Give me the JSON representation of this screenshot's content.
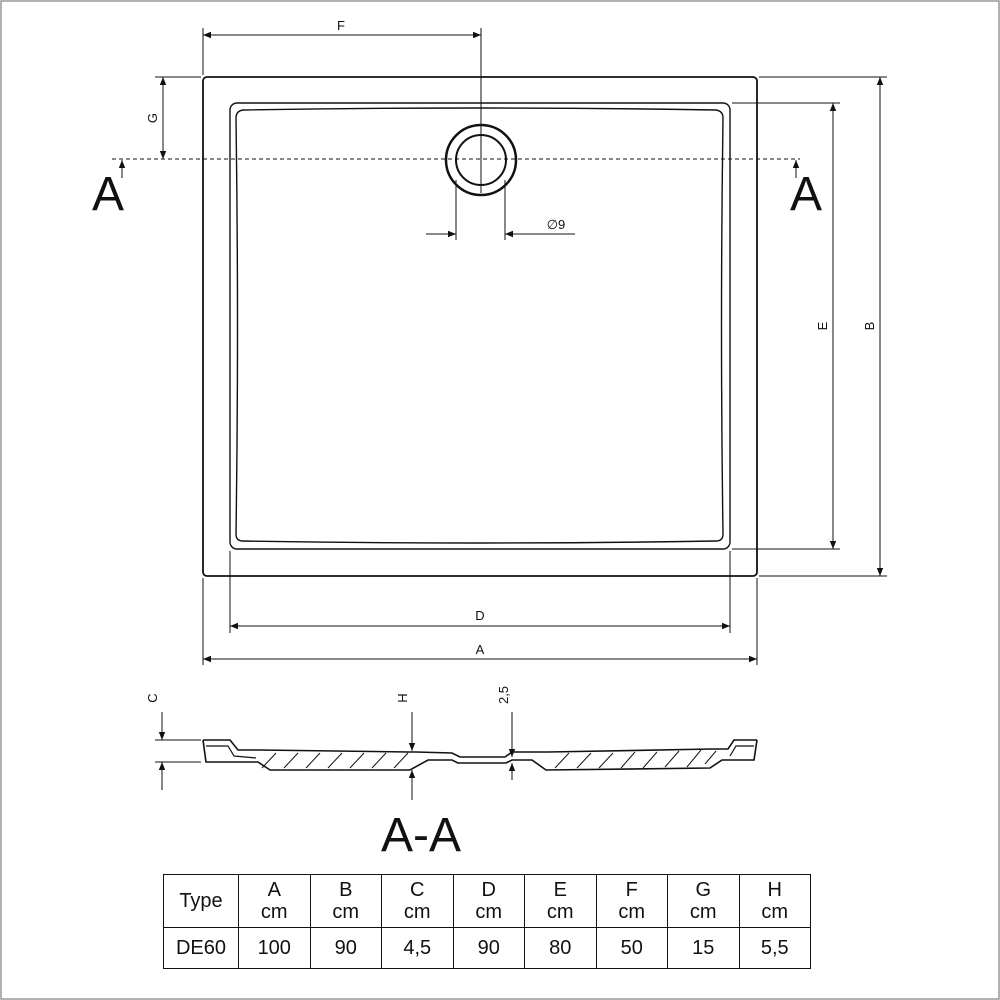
{
  "labels": {
    "F": "F",
    "G": "G",
    "E": "E",
    "B": "B",
    "D": "D",
    "A": "A",
    "C": "C",
    "H": "H",
    "drain_depth": "2,5",
    "drain_diameter": "∅9",
    "section_marker": "A",
    "section_title": "A-A"
  },
  "table": {
    "header_type": "Type",
    "columns": [
      {
        "key": "A",
        "unit": "cm",
        "value": "100"
      },
      {
        "key": "B",
        "unit": "cm",
        "value": "90"
      },
      {
        "key": "C",
        "unit": "cm",
        "value": "4,5"
      },
      {
        "key": "D",
        "unit": "cm",
        "value": "90"
      },
      {
        "key": "E",
        "unit": "cm",
        "value": "80"
      },
      {
        "key": "F",
        "unit": "cm",
        "value": "50"
      },
      {
        "key": "G",
        "unit": "cm",
        "value": "15"
      },
      {
        "key": "H",
        "unit": "cm",
        "value": "5,5"
      }
    ],
    "type_value": "DE60"
  }
}
